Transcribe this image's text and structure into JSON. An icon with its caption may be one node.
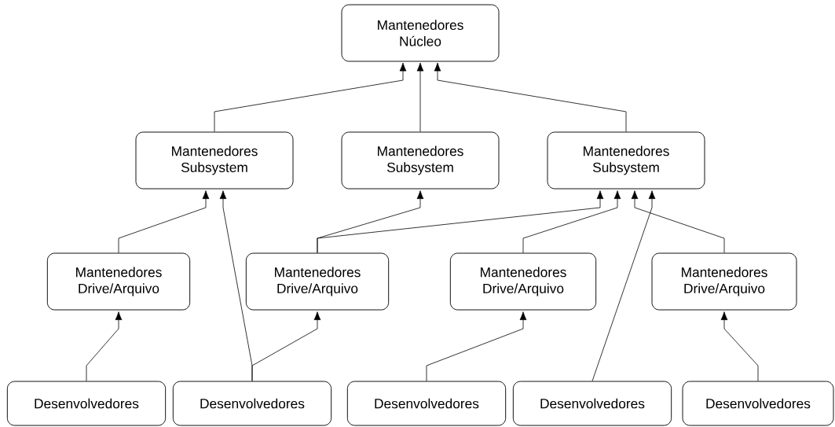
{
  "diagram": {
    "nodes": [
      {
        "text": [
          "Mantenedores Núcleo"
        ]
      },
      {
        "text": [
          "Mantenedores Subsystem"
        ]
      },
      {
        "text": [
          "Mantenedores Subsystem"
        ]
      },
      {
        "text": [
          "Mantenedores Subsystem"
        ]
      },
      {
        "text": [
          "Mantenedores Drive/Arquivo"
        ]
      },
      {
        "text": [
          "Mantenedores Drive/Arquivo"
        ]
      },
      {
        "text": [
          "Mantenedores Drive/Arquivo"
        ]
      },
      {
        "text": [
          "Mantenedores Drive/Arquivo"
        ]
      },
      {
        "text": [
          "Desenvolvedores"
        ]
      },
      {
        "text": [
          "Desenvolvedores"
        ]
      },
      {
        "text": [
          "Desenvolvedores"
        ]
      },
      {
        "text": [
          "Desenvolvedores"
        ]
      },
      {
        "text": [
          "Desenvolvedores"
        ]
      }
    ],
    "edges": [
      {
        "from": 1,
        "to": 0,
        "arrow": "to"
      },
      {
        "from": 2,
        "to": 0,
        "arrow": "to"
      },
      {
        "from": 3,
        "to": 0,
        "arrow": "to"
      },
      {
        "from": 4,
        "to": 1,
        "arrow": "to"
      },
      {
        "from": 5,
        "to": 2,
        "arrow": "to"
      },
      {
        "from": 5,
        "to": 3,
        "arrow": "to"
      },
      {
        "from": 6,
        "to": 3,
        "arrow": "to"
      },
      {
        "from": 7,
        "to": 3,
        "arrow": "to"
      },
      {
        "from": 8,
        "to": 4,
        "arrow": "to"
      },
      {
        "from": 9,
        "to": 1,
        "arrow": "to"
      },
      {
        "from": 9,
        "to": 5,
        "arrow": "to"
      },
      {
        "from": 10,
        "to": 6,
        "arrow": "to"
      },
      {
        "from": 11,
        "to": 3,
        "arrow": "to"
      },
      {
        "from": 12,
        "to": 7,
        "arrow": "to"
      }
    ]
  }
}
